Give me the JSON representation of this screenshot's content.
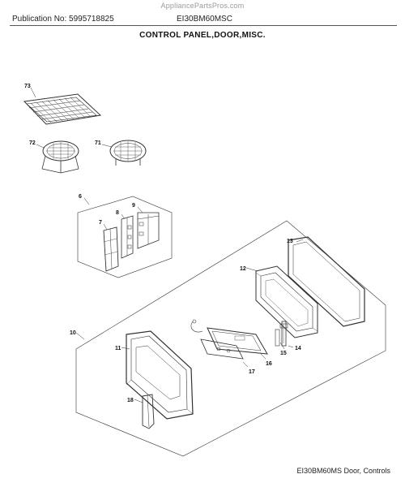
{
  "header": {
    "watermark": "AppliancePartsPros.com",
    "publication": "Publication No: 5995718825",
    "model": "EI30BM60MSC",
    "section_title": "CONTROL PANEL,DOOR,MISC."
  },
  "footer": {
    "caption": "EI30BM60MS Door, Controls"
  },
  "callouts": {
    "c73": "73",
    "c72": "72",
    "c71": "71",
    "c6": "6",
    "c9": "9",
    "c8": "8",
    "c7": "7",
    "c13": "13",
    "c12": "12",
    "c10": "10",
    "c11": "11",
    "c14": "14",
    "c15": "15",
    "c16": "16",
    "c17": "17",
    "c18": "18"
  }
}
